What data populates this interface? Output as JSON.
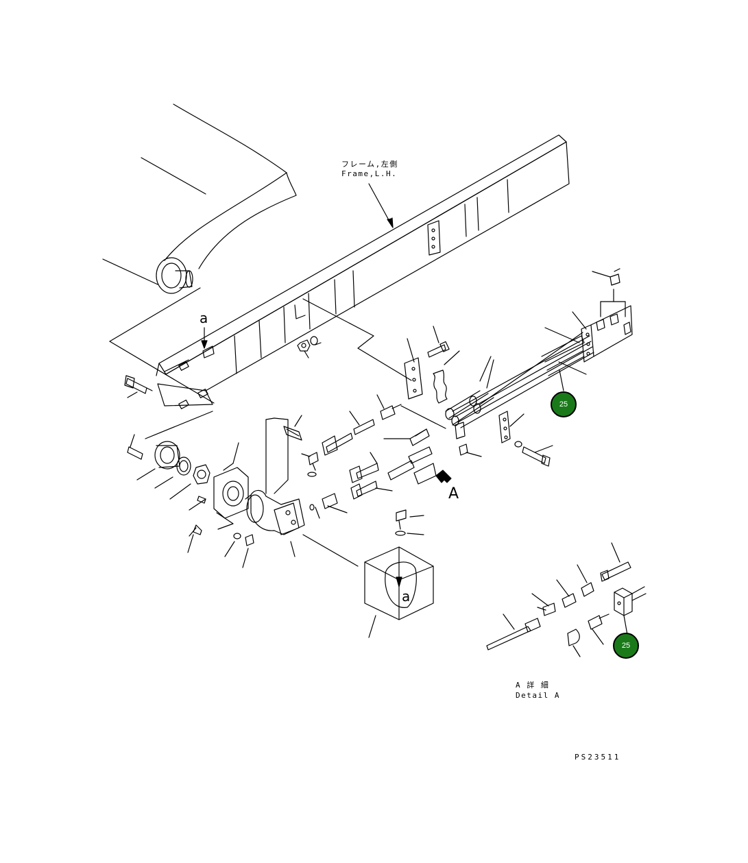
{
  "labels": {
    "frame_jp": "フレーム,左側",
    "frame_en": "Frame,L.H.",
    "ref_a_top": "a",
    "ref_a_box": "a",
    "view_A": "A",
    "detail_jp": "A 詳 細",
    "detail_en": "Detail A",
    "drawing_no": "PS23511"
  },
  "callouts": [
    {
      "text": "25",
      "color": "#1a7a1a"
    },
    {
      "text": "25",
      "color": "#1a7a1a"
    }
  ]
}
